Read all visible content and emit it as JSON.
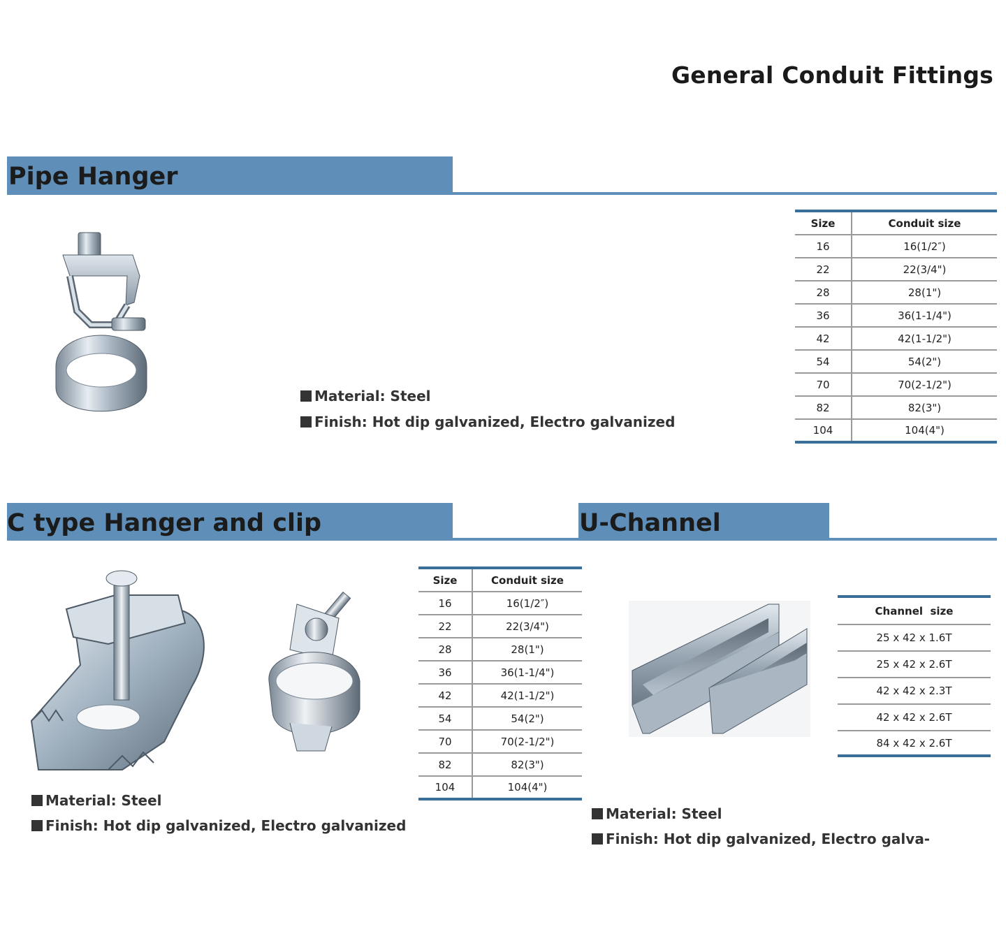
{
  "page": {
    "title": "General Conduit Fittings"
  },
  "sections": {
    "pipe_hanger": {
      "title": "Pipe Hanger",
      "material": "Material: Steel",
      "finish": "Finish: Hot dip galvanized, Electro galvanized",
      "table": {
        "headers": [
          "Size",
          "Conduit size"
        ],
        "rows": [
          [
            "16",
            "16(1/2″)"
          ],
          [
            "22",
            "22(3/4\")"
          ],
          [
            "28",
            "28(1\")"
          ],
          [
            "36",
            "36(1-1/4\")"
          ],
          [
            "42",
            "42(1-1/2\")"
          ],
          [
            "54",
            "54(2\")"
          ],
          [
            "70",
            "70(2-1/2\")"
          ],
          [
            "82",
            "82(3\")"
          ],
          [
            "104",
            "104(4\")"
          ]
        ]
      }
    },
    "c_type": {
      "title": "C type Hanger and clip",
      "material": "Material: Steel",
      "finish": "Finish: Hot dip galvanized, Electro galvanized",
      "table": {
        "headers": [
          "Size",
          "Conduit size"
        ],
        "rows": [
          [
            "16",
            "16(1/2″)"
          ],
          [
            "22",
            "22(3/4\")"
          ],
          [
            "28",
            "28(1\")"
          ],
          [
            "36",
            "36(1-1/4\")"
          ],
          [
            "42",
            "42(1-1/2\")"
          ],
          [
            "54",
            "54(2\")"
          ],
          [
            "70",
            "70(2-1/2\")"
          ],
          [
            "82",
            "82(3\")"
          ],
          [
            "104",
            "104(4\")"
          ]
        ]
      }
    },
    "u_channel": {
      "title": "U-Channel",
      "material": "Material: Steel",
      "finish": "Finish: Hot dip galvanized, Electro galva-",
      "table": {
        "headers": [
          "Channel  size"
        ],
        "rows": [
          [
            "25 x 42 x 1.6T"
          ],
          [
            "25 x 42 x 2.6T"
          ],
          [
            "42 x 42 x 2.3T"
          ],
          [
            "42 x 42 x 2.6T"
          ],
          [
            "84 x 42 x 2.6T"
          ]
        ]
      }
    }
  },
  "colors": {
    "section_bar": "#5f8fb8",
    "table_rule": "#3a6f9a"
  }
}
